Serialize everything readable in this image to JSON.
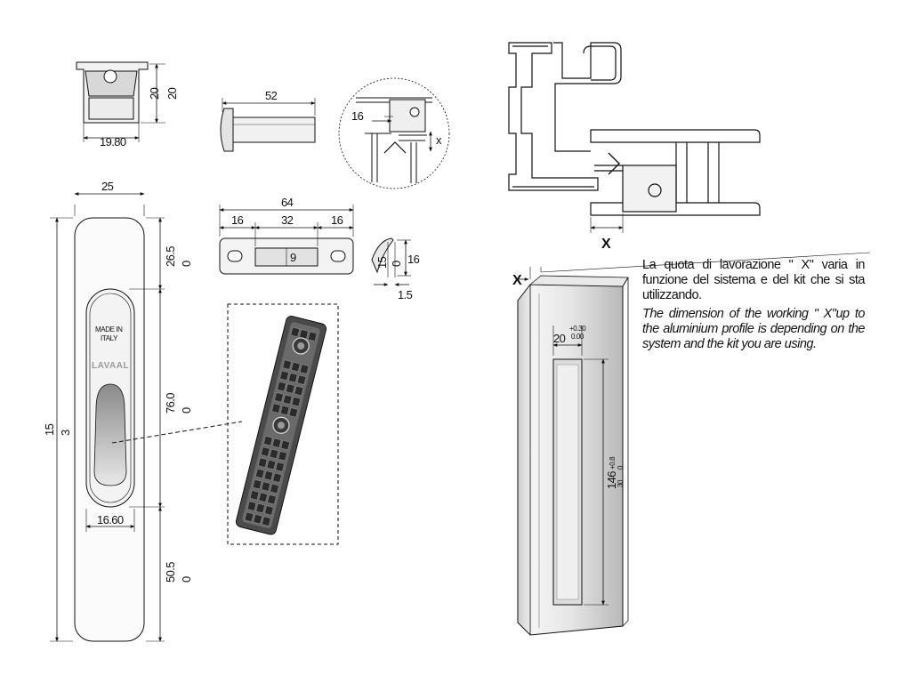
{
  "handle_front": {
    "width_top": "25",
    "height_total_1": "15",
    "height_total_2": "3",
    "dim_top_1": "26.5",
    "dim_top_2": "0",
    "dim_mid_1": "76.0",
    "dim_mid_2": "0",
    "dim_bot_1": "50.5",
    "dim_bot_2": "0",
    "grip_width": "16.60",
    "stamp_line1": "MADE IN",
    "stamp_line2": "ITALY",
    "brand": "LAVAAL"
  },
  "handle_section": {
    "width": "19.80",
    "height_1": "20",
    "height_2": "20"
  },
  "pin": {
    "length": "52"
  },
  "plate": {
    "total": "64",
    "left": "16",
    "middle": "32",
    "right": "16",
    "slot": "9"
  },
  "plate_side": {
    "dim_a": "15",
    "dim_b": "0",
    "dim_c": "16",
    "dim_d": "1.5"
  },
  "detail_circle": {
    "dim": "16",
    "x_label": "x"
  },
  "profile_section": {
    "x_label": "X"
  },
  "profile_view": {
    "x_label": "X",
    "slot_width": "20",
    "slot_width_tol_upper": "+0.30",
    "slot_width_tol_lower": "0.00",
    "slot_length": "146",
    "slot_length_tol_upper": "+0.8",
    "slot_length_tol_lower": "0",
    "slot_length_extra": "30"
  },
  "notes": {
    "italian": "La quota di lavorazione \" X\" varia in funzione del sistema e del kit che si sta utilizzando.",
    "english": "The dimension of the working \" X\"up to the aluminium profile is depending on the system and the kit you are using."
  }
}
